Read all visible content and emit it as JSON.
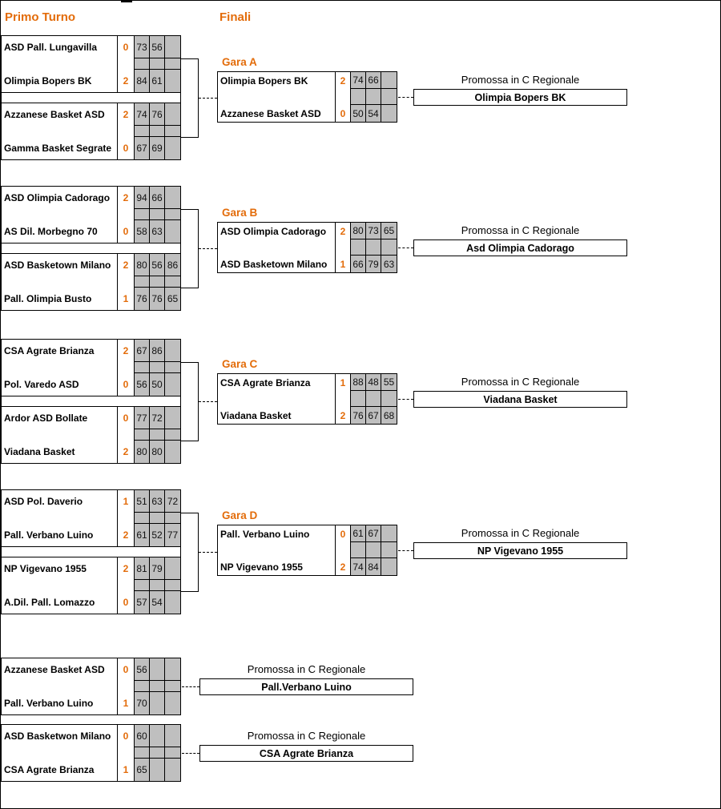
{
  "headers": {
    "first_round": "Primo Turno",
    "finals": "Finali"
  },
  "colors": {
    "accent": "#E36C0A",
    "score_cell_bg": "#BFBFBF",
    "border": "#000000"
  },
  "promoted_caption": "Promossa in C Regionale",
  "first_round_pairs": [
    {
      "matches": [
        {
          "home": {
            "name": "ASD Pall. Lungavilla",
            "series": "0",
            "games": [
              "73",
              "56",
              ""
            ]
          },
          "away": {
            "name": "Olimpia Bopers BK",
            "series": "2",
            "games": [
              "84",
              "61",
              ""
            ]
          }
        },
        {
          "home": {
            "name": "Azzanese Basket ASD",
            "series": "2",
            "games": [
              "74",
              "76",
              ""
            ]
          },
          "away": {
            "name": "Gamma Basket Segrate",
            "series": "0",
            "games": [
              "67",
              "69",
              ""
            ]
          }
        }
      ]
    },
    {
      "matches": [
        {
          "home": {
            "name": "ASD Olimpia Cadorago",
            "series": "2",
            "games": [
              "94",
              "66",
              ""
            ]
          },
          "away": {
            "name": "AS Dil. Morbegno 70",
            "series": "0",
            "games": [
              "58",
              "63",
              ""
            ]
          }
        },
        {
          "home": {
            "name": "ASD Basketown Milano",
            "series": "2",
            "games": [
              "80",
              "56",
              "86"
            ]
          },
          "away": {
            "name": "Pall. Olimpia Busto",
            "series": "1",
            "games": [
              "76",
              "76",
              "65"
            ]
          }
        }
      ]
    },
    {
      "matches": [
        {
          "home": {
            "name": "CSA Agrate Brianza",
            "series": "2",
            "games": [
              "67",
              "86",
              ""
            ]
          },
          "away": {
            "name": "Pol. Varedo ASD",
            "series": "0",
            "games": [
              "56",
              "50",
              ""
            ]
          }
        },
        {
          "home": {
            "name": "Ardor ASD Bollate",
            "series": "0",
            "games": [
              "77",
              "72",
              ""
            ]
          },
          "away": {
            "name": "Viadana Basket",
            "series": "2",
            "games": [
              "80",
              "80",
              ""
            ]
          }
        }
      ]
    },
    {
      "matches": [
        {
          "home": {
            "name": "ASD Pol. Daverio",
            "series": "1",
            "games": [
              "51",
              "63",
              "72"
            ]
          },
          "away": {
            "name": "Pall. Verbano Luino",
            "series": "2",
            "games": [
              "61",
              "52",
              "77"
            ]
          }
        },
        {
          "home": {
            "name": "NP Vigevano 1955",
            "series": "2",
            "games": [
              "81",
              "79",
              ""
            ]
          },
          "away": {
            "name": "A.Dil. Pall. Lomazzo",
            "series": "0",
            "games": [
              "57",
              "54",
              ""
            ]
          }
        }
      ]
    }
  ],
  "finals": [
    {
      "label": "Gara A",
      "match": {
        "home": {
          "name": "Olimpia Bopers BK",
          "series": "2",
          "games": [
            "74",
            "66",
            ""
          ]
        },
        "away": {
          "name": "Azzanese Basket ASD",
          "series": "0",
          "games": [
            "50",
            "54",
            ""
          ]
        }
      },
      "winner": "Olimpia Bopers BK"
    },
    {
      "label": "Gara B",
      "match": {
        "home": {
          "name": "ASD Olimpia Cadorago",
          "series": "2",
          "games": [
            "80",
            "73",
            "65"
          ]
        },
        "away": {
          "name": "ASD Basketown Milano",
          "series": "1",
          "games": [
            "66",
            "79",
            "63"
          ]
        }
      },
      "winner": "Asd Olimpia Cadorago"
    },
    {
      "label": "Gara C",
      "match": {
        "home": {
          "name": "CSA Agrate Brianza",
          "series": "1",
          "games": [
            "88",
            "48",
            "55"
          ]
        },
        "away": {
          "name": "Viadana Basket",
          "series": "2",
          "games": [
            "76",
            "67",
            "68"
          ]
        }
      },
      "winner": "Viadana Basket"
    },
    {
      "label": "Gara D",
      "match": {
        "home": {
          "name": "Pall. Verbano Luino",
          "series": "0",
          "games": [
            "61",
            "67",
            ""
          ]
        },
        "away": {
          "name": "NP Vigevano 1955",
          "series": "2",
          "games": [
            "74",
            "84",
            ""
          ]
        }
      },
      "winner": "NP Vigevano 1955"
    }
  ],
  "direct_promotions": [
    {
      "match": {
        "home": {
          "name": "Azzanese Basket ASD",
          "series": "0",
          "games": [
            "56",
            "",
            ""
          ]
        },
        "away": {
          "name": "Pall. Verbano Luino",
          "series": "1",
          "games": [
            "70",
            "",
            ""
          ]
        }
      },
      "winner": "Pall.Verbano Luino"
    },
    {
      "match": {
        "home": {
          "name": "ASD Basketwon Milano",
          "series": "0",
          "games": [
            "60",
            "",
            ""
          ]
        },
        "away": {
          "name": "CSA Agrate Brianza",
          "series": "1",
          "games": [
            "65",
            "",
            ""
          ]
        }
      },
      "winner": "CSA Agrate Brianza"
    }
  ]
}
